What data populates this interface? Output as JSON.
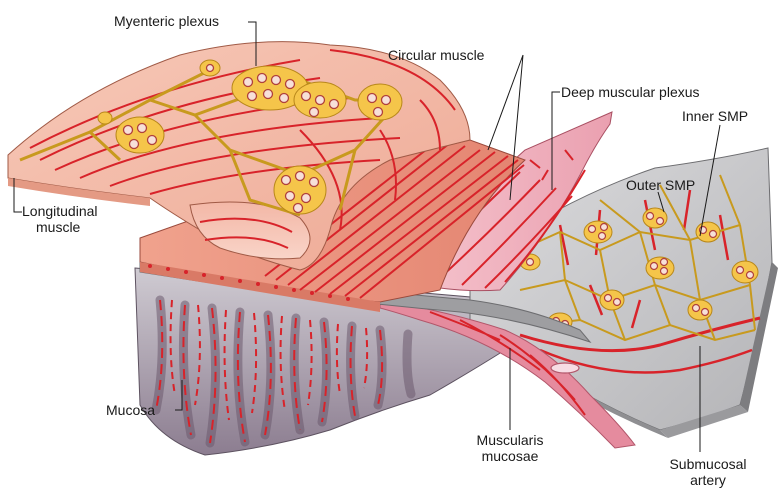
{
  "labels": {
    "myenteric_plexus": "Myenteric plexus",
    "circular_muscle": "Circular muscle",
    "deep_muscular_plexus": "Deep muscular plexus",
    "inner_smp": "Inner SMP",
    "outer_smp": "Outer SMP",
    "longitudinal_muscle_line1": "Longitudinal",
    "longitudinal_muscle_line2": "muscle",
    "mucosa": "Mucosa",
    "muscularis_mucosae_line1": "Muscularis",
    "muscularis_mucosae_line2": "mucosae",
    "submucosal_artery_line1": "Submucosal",
    "submucosal_artery_line2": "artery"
  },
  "colors": {
    "longitudinal_sheet": "#f4b9a6",
    "circular_muscle": "#ec9a86",
    "muscle_fiber": "#d8232a",
    "plexus": "#f5c54a",
    "submucosa": "#c9c9cb",
    "submucosa_dark": "#8f8f92",
    "mucosa": "#b9b6bb",
    "mucosa_dark": "#6b5a6e",
    "muscularis_mucosae": "#e58b9e",
    "leader_line": "#1a1a1a"
  }
}
